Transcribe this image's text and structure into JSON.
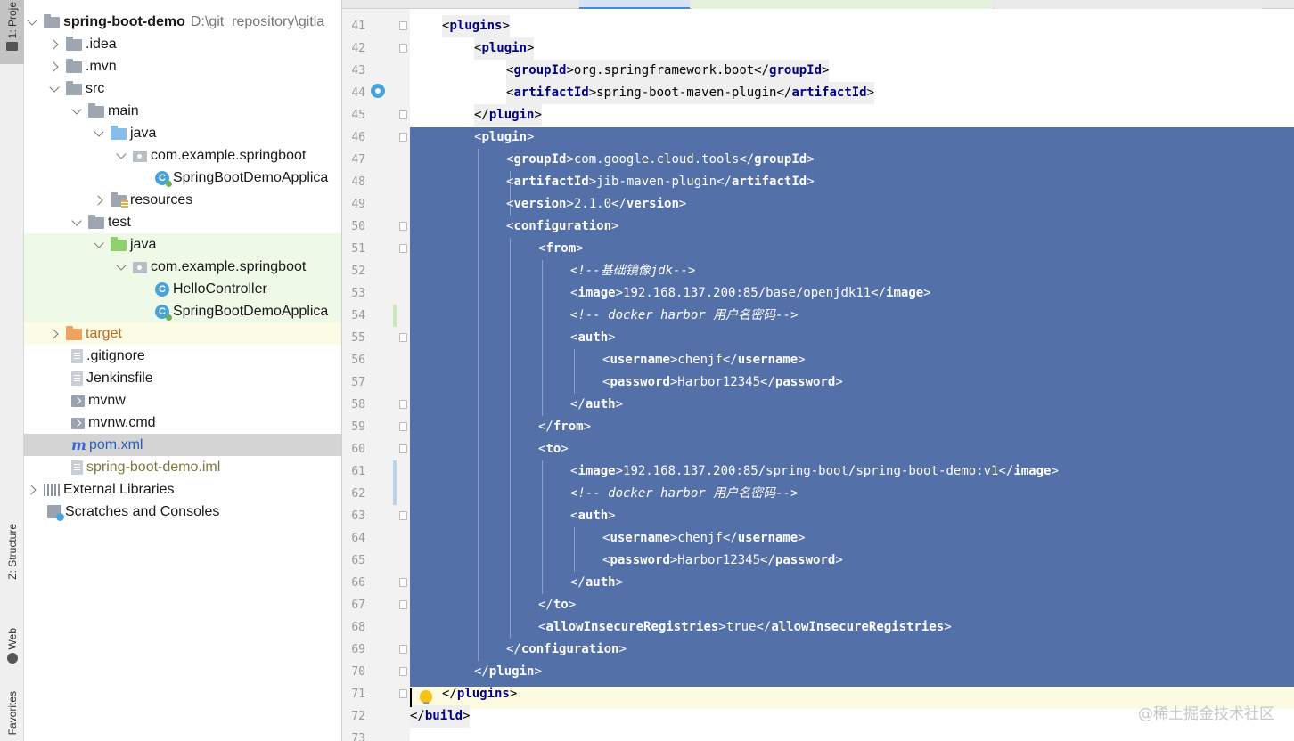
{
  "toolstrip": {
    "project_label": "1: Proje",
    "structure_label": "Z: Structure",
    "web_label": "Web",
    "favorites_label": "Favorites"
  },
  "project_tree": [
    {
      "label": "spring-boot-demo",
      "path": "D:\\git_repository\\gitla",
      "icon": "module-folder-icon",
      "arrow": "down"
    },
    {
      "label": ".idea",
      "icon": "folder-icon",
      "arrow": "right"
    },
    {
      "label": ".mvn",
      "icon": "folder-icon",
      "arrow": "right"
    },
    {
      "label": "src",
      "icon": "folder-icon",
      "arrow": "down"
    },
    {
      "label": "main",
      "icon": "folder-icon",
      "arrow": "down"
    },
    {
      "label": "java",
      "icon": "source-folder-icon",
      "arrow": "down"
    },
    {
      "label": "com.example.springboot",
      "icon": "package-icon",
      "arrow": "down"
    },
    {
      "label": "SpringBootDemoApplica",
      "icon": "spring-class-icon"
    },
    {
      "label": "resources",
      "icon": "resources-folder-icon",
      "arrow": "right"
    },
    {
      "label": "test",
      "icon": "folder-icon",
      "arrow": "down"
    },
    {
      "label": "java",
      "icon": "test-folder-icon",
      "arrow": "down"
    },
    {
      "label": "com.example.springboot",
      "icon": "package-icon",
      "arrow": "down"
    },
    {
      "label": "HelloController",
      "icon": "class-icon"
    },
    {
      "label": "SpringBootDemoApplica",
      "icon": "spring-class-icon"
    },
    {
      "label": "target",
      "icon": "excluded-folder-icon",
      "arrow": "right"
    },
    {
      "label": ".gitignore",
      "icon": "file-icon"
    },
    {
      "label": "Jenkinsfile",
      "icon": "file-icon"
    },
    {
      "label": "mvnw",
      "icon": "script-icon"
    },
    {
      "label": "mvnw.cmd",
      "icon": "script-icon"
    },
    {
      "label": "pom.xml",
      "icon": "maven-icon"
    },
    {
      "label": "spring-boot-demo.iml",
      "icon": "iml-file-icon"
    },
    {
      "label": "External Libraries",
      "icon": "libraries-icon",
      "arrow": "right"
    },
    {
      "label": "Scratches and Consoles",
      "icon": "scratches-icon"
    }
  ],
  "editor": {
    "line_numbers": [
      "41",
      "42",
      "43",
      "44",
      "45",
      "46",
      "47",
      "48",
      "49",
      "50",
      "51",
      "52",
      "53",
      "54",
      "55",
      "56",
      "57",
      "58",
      "59",
      "60",
      "61",
      "62",
      "63",
      "64",
      "65",
      "66",
      "67",
      "68",
      "69",
      "70",
      "71",
      "72",
      "73"
    ],
    "lines": [
      "<plugins>",
      "<plugin>",
      "<groupId>org.springframework.boot</groupId>",
      "<artifactId>spring-boot-maven-plugin</artifactId>",
      "</plugin>",
      "<plugin>",
      "<groupId>com.google.cloud.tools</groupId>",
      "<artifactId>jib-maven-plugin</artifactId>",
      "<version>2.1.0</version>",
      "<configuration>",
      "<from>",
      "<!--基础镜像jdk-->",
      "<image>192.168.137.200:85/base/openjdk11</image>",
      "<!-- docker harbor 用户名密码-->",
      "<auth>",
      "<username>chenjf</username>",
      "<password>Harbor12345</password>",
      "</auth>",
      "</from>",
      "<to>",
      "<image>192.168.137.200:85/spring-boot/spring-boot-demo:v1</image>",
      "<!-- docker harbor 用户名密码-->",
      "<auth>",
      "<username>chenjf</username>",
      "<password>Harbor12345</password>",
      "</auth>",
      "</to>",
      "<allowInsecureRegistries>true</allowInsecureRegistries>",
      "</configuration>",
      "</plugin>",
      "</plugins>",
      "</build>",
      ""
    ]
  },
  "watermark": "@稀土掘金技术社区",
  "colors": {
    "selection": "#5470a8",
    "tag_blue": "#000080",
    "caret_line": "#fcfae0",
    "test_bg": "#eefae7"
  }
}
